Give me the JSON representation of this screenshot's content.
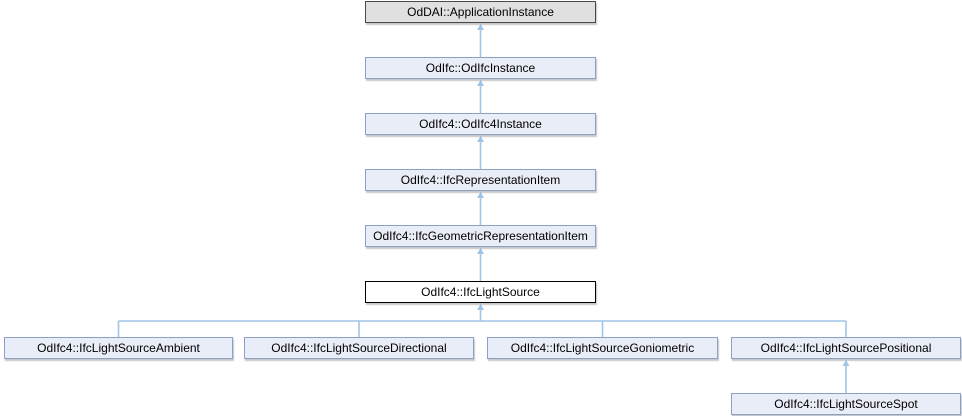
{
  "diagram": {
    "type": "class-inheritance-diagram",
    "nodes": [
      {
        "id": "oddai-applicationinstance",
        "label": "OdDAI::ApplicationInstance",
        "style": "external"
      },
      {
        "id": "odifc-odifcinstance",
        "label": "OdIfc::OdIfcInstance",
        "style": "linked"
      },
      {
        "id": "odifc4-odifc4instance",
        "label": "OdIfc4::OdIfc4Instance",
        "style": "linked"
      },
      {
        "id": "odifc4-ifcrepresentationitem",
        "label": "OdIfc4::IfcRepresentationItem",
        "style": "linked"
      },
      {
        "id": "odifc4-ifcgeometricrepresentationitem",
        "label": "OdIfc4::IfcGeometricRepresentationItem",
        "style": "linked"
      },
      {
        "id": "odifc4-ifclightsource",
        "label": "OdIfc4::IfcLightSource",
        "style": "focal"
      },
      {
        "id": "odifc4-ifclightsourceambient",
        "label": "OdIfc4::IfcLightSourceAmbient",
        "style": "linked"
      },
      {
        "id": "odifc4-ifclightsourcedirectional",
        "label": "OdIfc4::IfcLightSourceDirectional",
        "style": "linked"
      },
      {
        "id": "odifc4-ifclightsourcegoniometric",
        "label": "OdIfc4::IfcLightSourceGoniometric",
        "style": "linked"
      },
      {
        "id": "odifc4-ifclightsourcepositional",
        "label": "OdIfc4::IfcLightSourcePositional",
        "style": "linked"
      },
      {
        "id": "odifc4-ifclightsourcespot",
        "label": "OdIfc4::IfcLightSourceSpot",
        "style": "linked"
      }
    ],
    "edges": [
      {
        "from": "odifc-odifcinstance",
        "to": "oddai-applicationinstance",
        "relation": "inherits"
      },
      {
        "from": "odifc4-odifc4instance",
        "to": "odifc-odifcinstance",
        "relation": "inherits"
      },
      {
        "from": "odifc4-ifcrepresentationitem",
        "to": "odifc4-odifc4instance",
        "relation": "inherits"
      },
      {
        "from": "odifc4-ifcgeometricrepresentationitem",
        "to": "odifc4-ifcrepresentationitem",
        "relation": "inherits"
      },
      {
        "from": "odifc4-ifclightsource",
        "to": "odifc4-ifcgeometricrepresentationitem",
        "relation": "inherits"
      },
      {
        "from": "odifc4-ifclightsourceambient",
        "to": "odifc4-ifclightsource",
        "relation": "inherits"
      },
      {
        "from": "odifc4-ifclightsourcedirectional",
        "to": "odifc4-ifclightsource",
        "relation": "inherits"
      },
      {
        "from": "odifc4-ifclightsourcegoniometric",
        "to": "odifc4-ifclightsource",
        "relation": "inherits"
      },
      {
        "from": "odifc4-ifclightsourcepositional",
        "to": "odifc4-ifclightsource",
        "relation": "inherits"
      },
      {
        "from": "odifc4-ifclightsourcespot",
        "to": "odifc4-ifclightsourcepositional",
        "relation": "inherits"
      }
    ],
    "colors": {
      "connector": "#9EC4E6",
      "node-linked-fill": "#E9EDF7",
      "node-linked-border": "#8CA0C5",
      "node-external-fill": "#E0E0E0",
      "node-external-border": "#4A4A4A",
      "node-focal-fill": "#FFFFFF",
      "node-focal-border": "#000000"
    }
  }
}
